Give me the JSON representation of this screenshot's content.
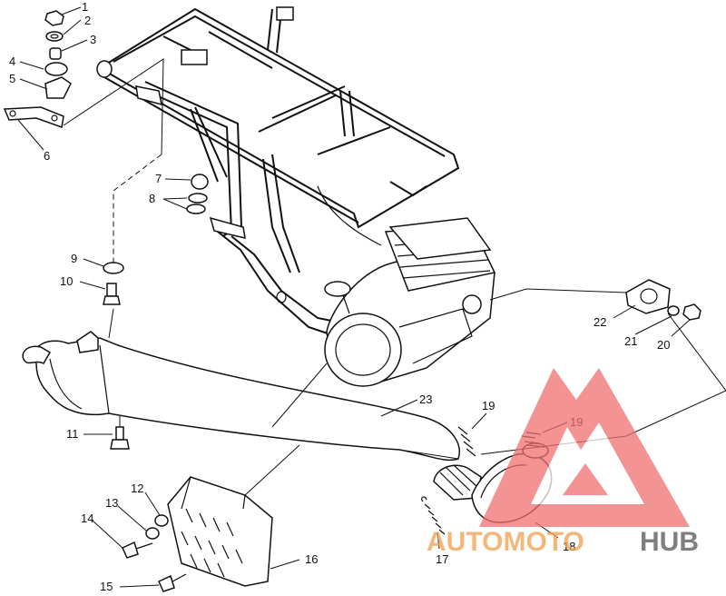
{
  "callouts": [
    {
      "id": "c1",
      "num": "1"
    },
    {
      "id": "c2",
      "num": "2"
    },
    {
      "id": "c3",
      "num": "3"
    },
    {
      "id": "c4",
      "num": "4"
    },
    {
      "id": "c5",
      "num": "5"
    },
    {
      "id": "c6",
      "num": "6"
    },
    {
      "id": "c7",
      "num": "7"
    },
    {
      "id": "c8",
      "num": "8"
    },
    {
      "id": "c9",
      "num": "9"
    },
    {
      "id": "c10",
      "num": "10"
    },
    {
      "id": "c11",
      "num": "11"
    },
    {
      "id": "c12",
      "num": "12"
    },
    {
      "id": "c13",
      "num": "13"
    },
    {
      "id": "c14",
      "num": "14"
    },
    {
      "id": "c15",
      "num": "15"
    },
    {
      "id": "c16",
      "num": "16"
    },
    {
      "id": "c17",
      "num": "17"
    },
    {
      "id": "c18",
      "num": "18"
    },
    {
      "id": "c19a",
      "num": "19"
    },
    {
      "id": "c19b",
      "num": "19"
    },
    {
      "id": "c20",
      "num": "20"
    },
    {
      "id": "c21",
      "num": "21"
    },
    {
      "id": "c22",
      "num": "22"
    },
    {
      "id": "c23",
      "num": "23"
    }
  ],
  "watermark": {
    "text_part1": "AUTOMOTO",
    "text_part2": "HUB",
    "color_primary": "#f07070",
    "color_secondary": "#555555"
  }
}
